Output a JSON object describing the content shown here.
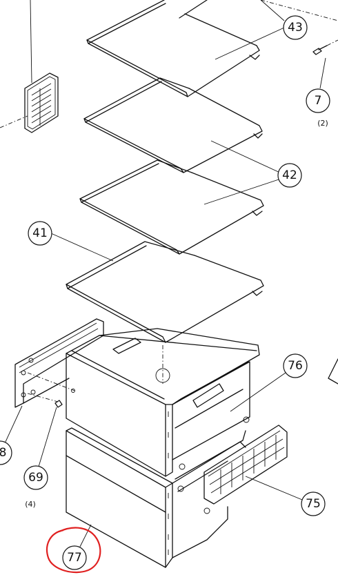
{
  "parts": [
    {
      "id": "p43",
      "label": "43"
    },
    {
      "id": "p7",
      "label": "7"
    },
    {
      "id": "p42",
      "label": "42"
    },
    {
      "id": "p41",
      "label": "41"
    },
    {
      "id": "p76",
      "label": "76"
    },
    {
      "id": "p8",
      "label": "8"
    },
    {
      "id": "p69",
      "label": "69"
    },
    {
      "id": "p75",
      "label": "75"
    },
    {
      "id": "p77",
      "label": "77"
    }
  ],
  "quantities": [
    {
      "id": "q7",
      "text": "(2)"
    },
    {
      "id": "q69",
      "text": "(4)"
    }
  ],
  "highlight": {
    "target": "77",
    "color": "#e02020"
  }
}
